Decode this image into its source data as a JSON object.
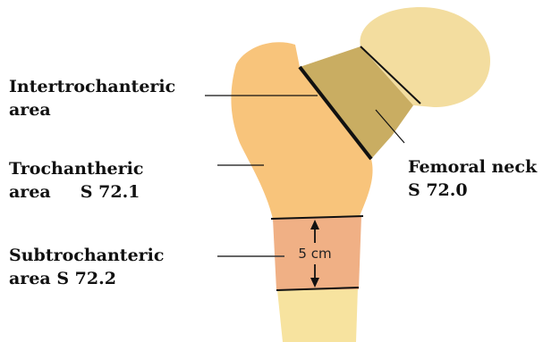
{
  "labels": {
    "intertrochanteric": {
      "line1": "Intertrochanteric",
      "line2": "area"
    },
    "trochanteric": {
      "line1": "Trochantheric",
      "line2": "area     S 72.1"
    },
    "subtrochanteric": {
      "line1": "Subtrochanteric",
      "line2": "area S 72.2"
    },
    "femoral_neck": {
      "line1": "Femoral neck",
      "line2": "S 72.0"
    }
  },
  "measurement": "5 cm",
  "colors": {
    "head": "#f3dd9f",
    "shaft_upper": "#f8c47b",
    "neck": "#c9ad62",
    "subtrochanteric_band": "#f0b085",
    "shaft_lower": "#f7e39f",
    "lines": "#111111"
  }
}
